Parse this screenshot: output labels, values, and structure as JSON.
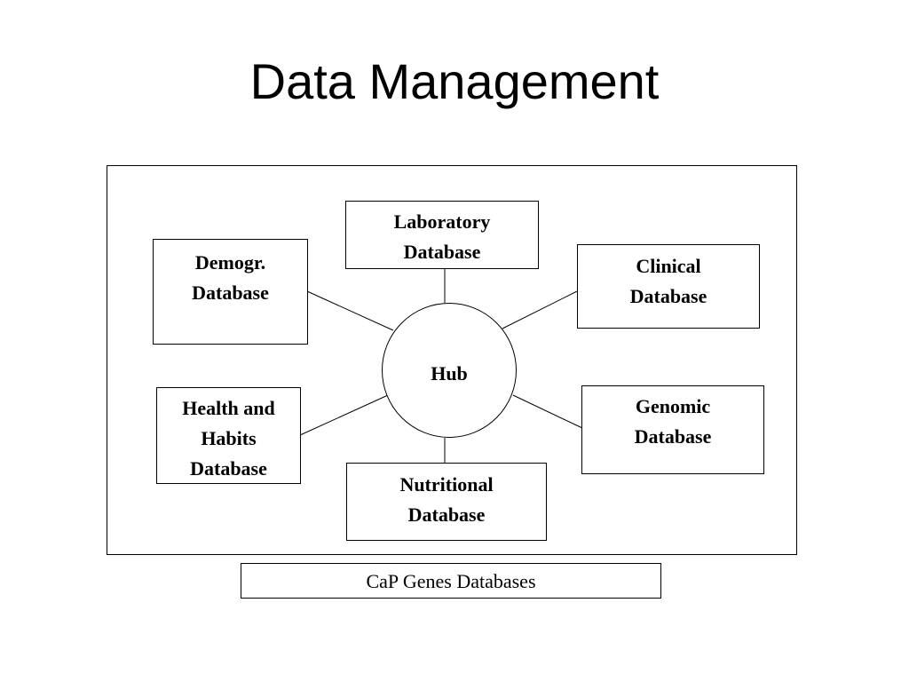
{
  "slide": {
    "title": "Data Management",
    "caption": "CaP Genes Databases"
  },
  "diagram": {
    "hub": "Hub",
    "nodes": {
      "laboratory": [
        "Laboratory",
        "Database"
      ],
      "demographic": [
        "Demogr.",
        "Database"
      ],
      "clinical": [
        "Clinical",
        "Database"
      ],
      "health_habits": [
        "Health and",
        "Habits",
        "Database"
      ],
      "genomic": [
        "Genomic",
        "Database"
      ],
      "nutritional": [
        "Nutritional",
        "Database"
      ]
    }
  }
}
